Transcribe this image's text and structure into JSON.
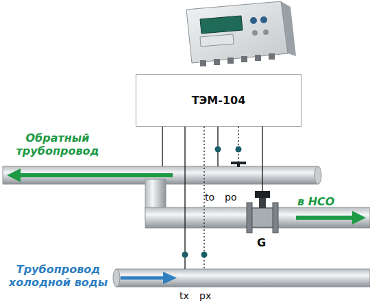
{
  "diagram": {
    "nodes": [
      {
        "text": [
          "ТЭМ-104"
        ]
      }
    ],
    "labels": [
      "Обратный трубопровод",
      "в НСО",
      "G",
      "tо",
      "pо",
      "tх",
      "pх",
      "Трубопровод холодной воды"
    ]
  }
}
